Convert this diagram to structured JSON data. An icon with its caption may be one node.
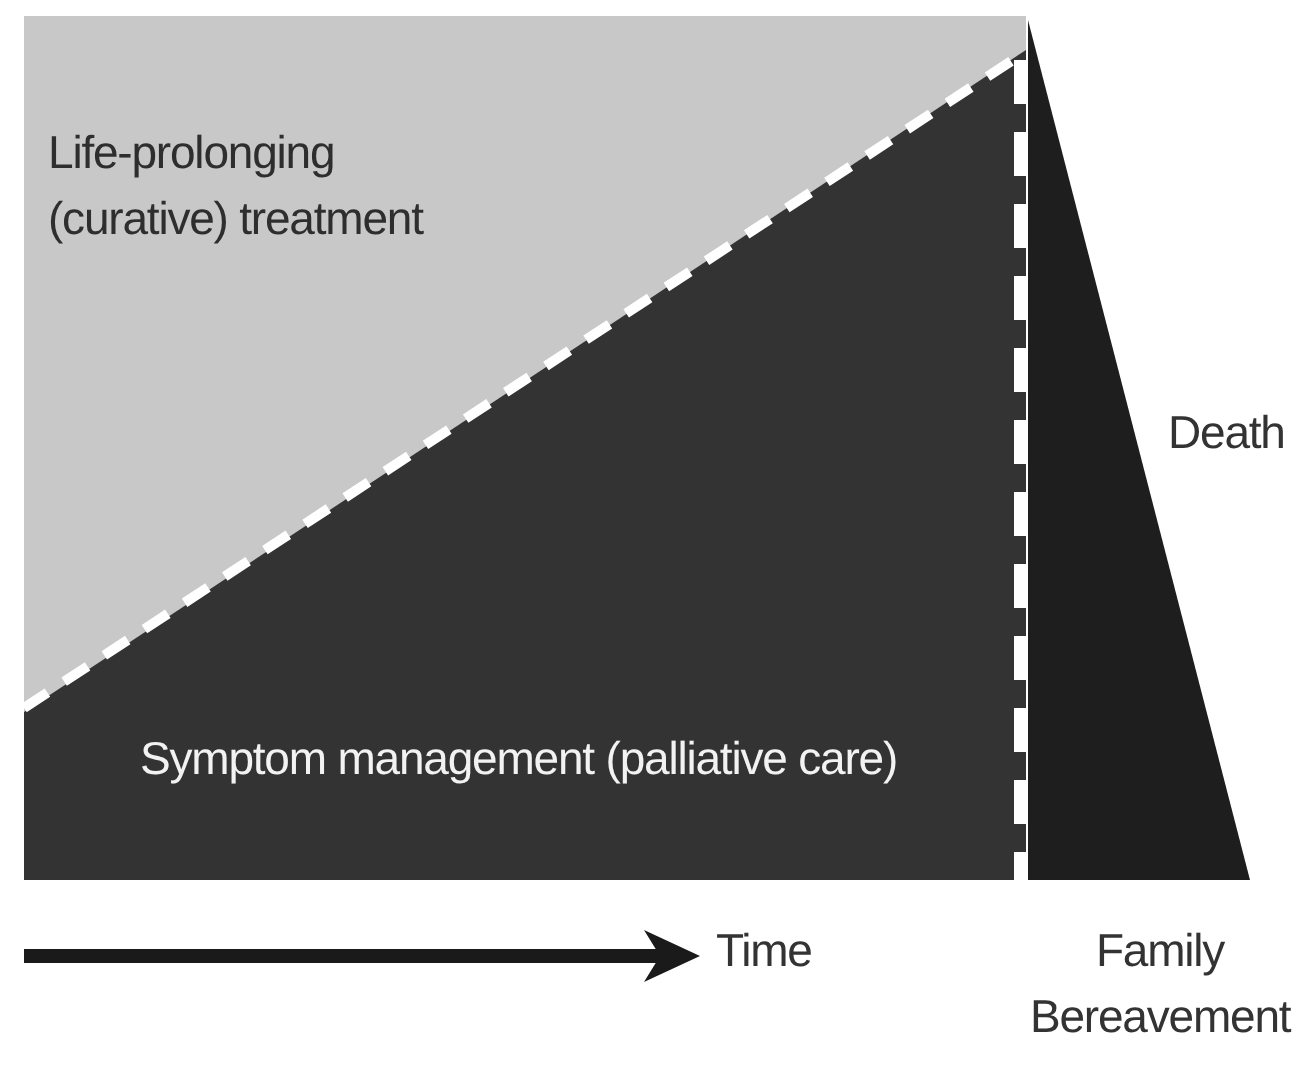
{
  "diagram": {
    "nodes": [
      {
        "text": [
          "Symptom management (palliative care)"
        ]
      },
      {
        "text": [
          "Life-prolonging (curative) treatment"
        ],
        "in": 0
      },
      {
        "text": [],
        "shape": "triangle",
        "beside": [
          "Death"
        ]
      }
    ],
    "labels": [
      "Time",
      "Family Bereavement"
    ]
  }
}
